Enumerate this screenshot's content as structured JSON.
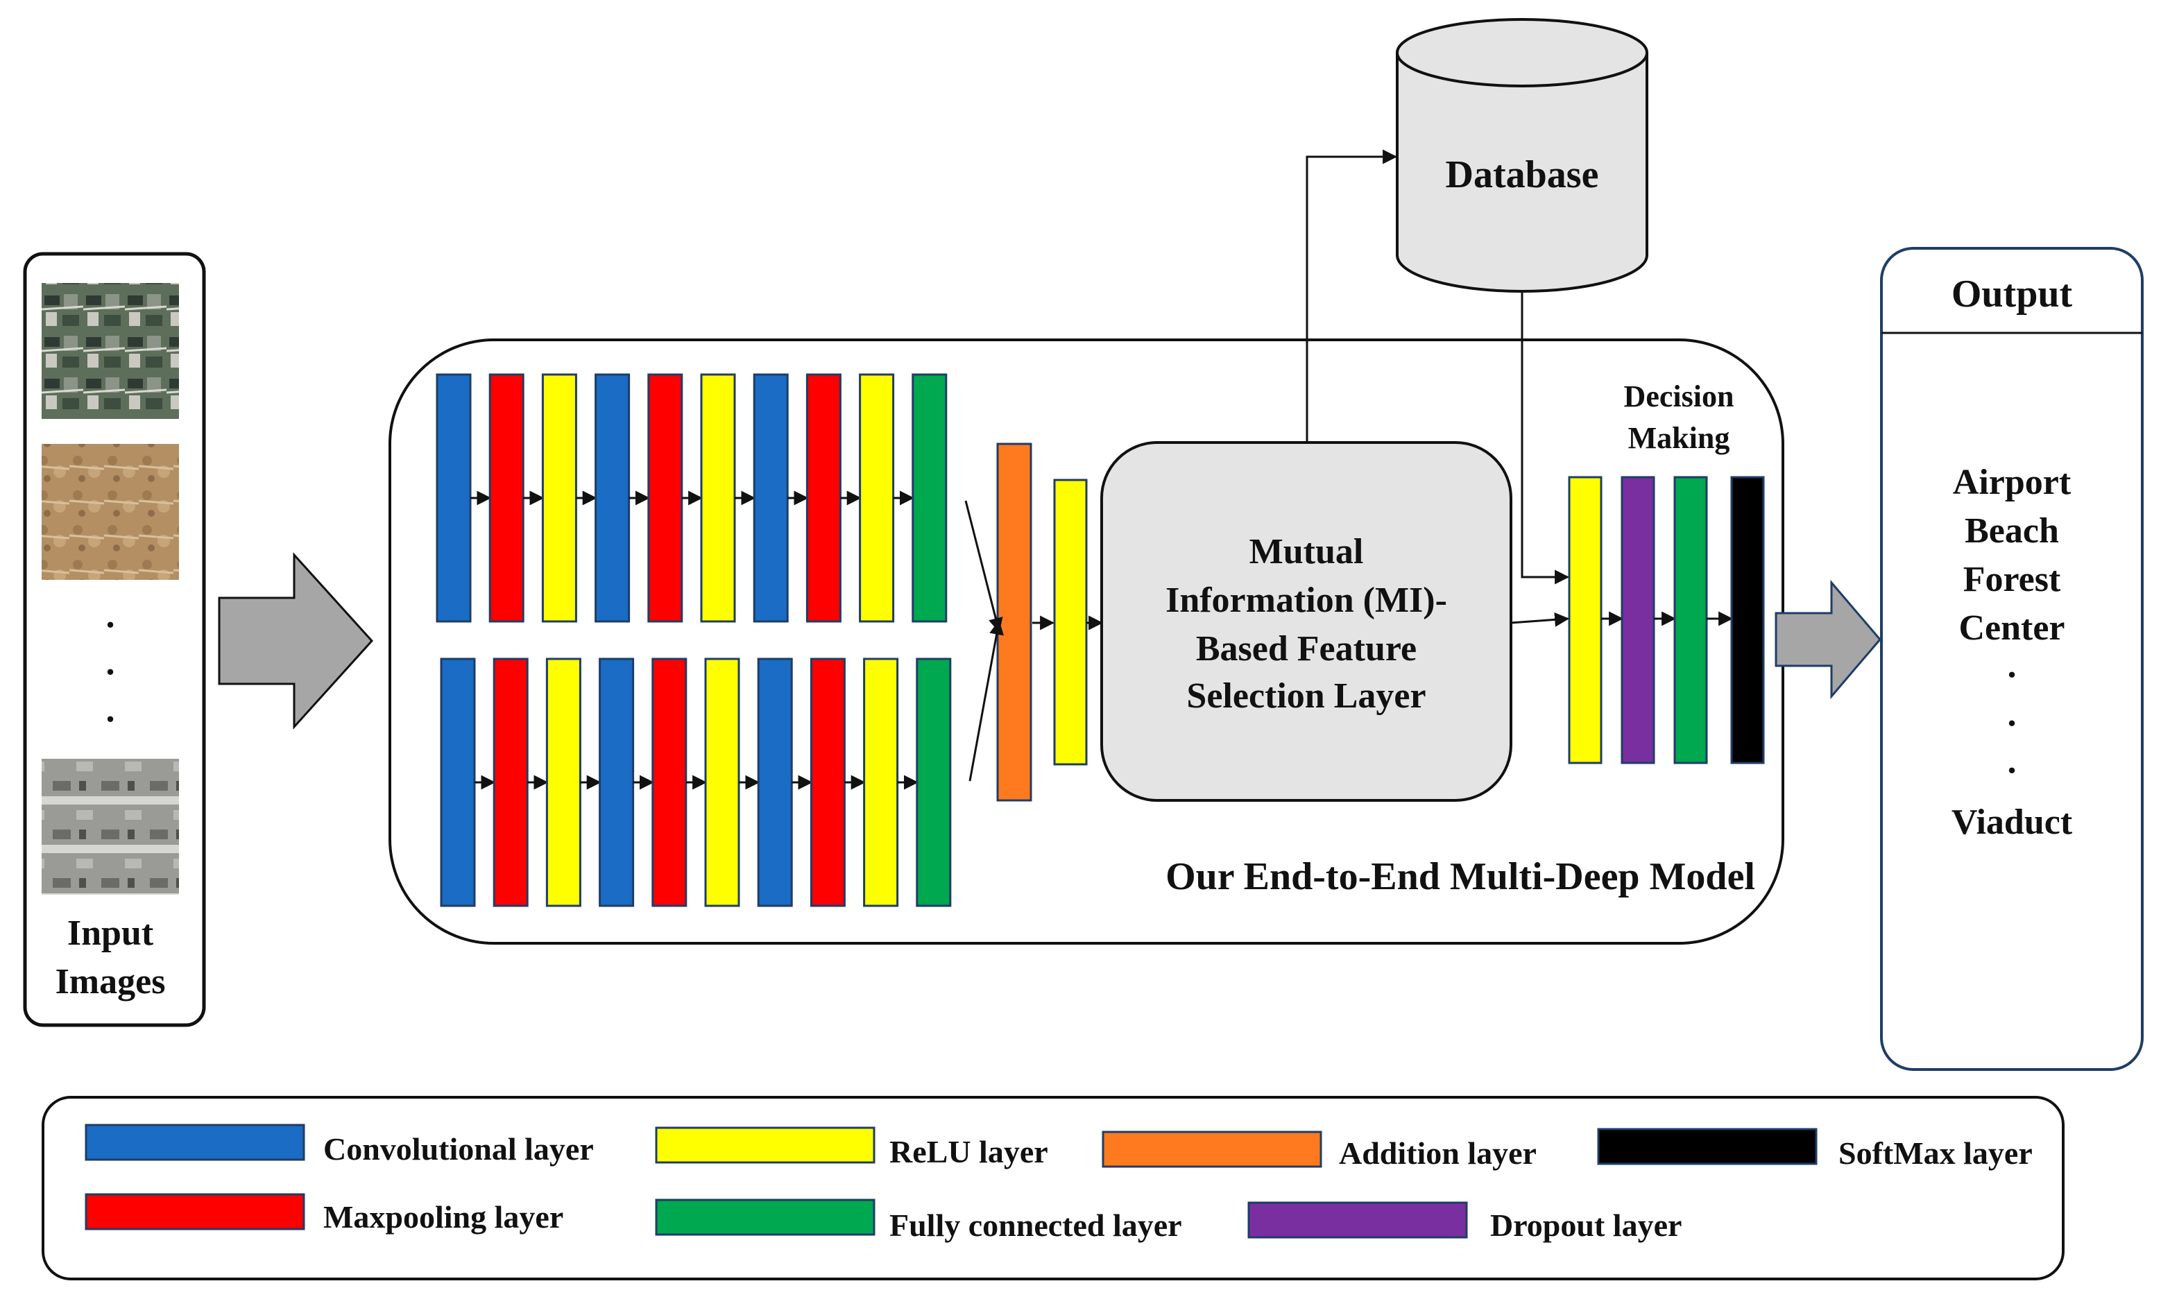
{
  "colors": {
    "conv": "#1a6cc4",
    "maxpool": "#ff0000",
    "relu": "#ffff00",
    "fc": "#00a84f",
    "addition": "#ff7a1e",
    "dropout": "#7a2fa0",
    "softmax": "#000000",
    "database_fill": "#e4e4e4",
    "mi_fill": "#e4e4e4",
    "big_arrow_fill": "#a6a6a6",
    "output_border": "#1f3d66"
  },
  "input": {
    "label_line1": "Input",
    "label_line2": "Images",
    "ellipsis": [
      "·",
      "·",
      "·"
    ],
    "thumbnails": [
      "aerial-image-town",
      "aerial-image-desert",
      "aerial-image-airport"
    ]
  },
  "database": {
    "label": "Database"
  },
  "mi_layer": {
    "line1": "Mutual",
    "line2": "Information (MI)-",
    "line3": "Based Feature",
    "line4": "Selection Layer"
  },
  "decision": {
    "line1": "Decision",
    "line2": "Making"
  },
  "model": {
    "caption": "Our End-to-End Multi-Deep Model"
  },
  "branches": {
    "top": [
      "conv",
      "maxpool",
      "relu",
      "conv",
      "maxpool",
      "relu",
      "conv",
      "maxpool",
      "relu",
      "fc"
    ],
    "bottom": [
      "conv",
      "maxpool",
      "relu",
      "conv",
      "maxpool",
      "relu",
      "conv",
      "maxpool",
      "relu",
      "fc"
    ],
    "after_merge": [
      "addition",
      "relu"
    ],
    "decision_stack": [
      "relu",
      "dropout",
      "fc",
      "softmax"
    ]
  },
  "output": {
    "title": "Output",
    "classes": [
      "Airport",
      "Beach",
      "Forest",
      "Center",
      "·",
      "·",
      "·",
      "Viaduct"
    ]
  },
  "legend": {
    "items": [
      {
        "key": "conv",
        "label": "Convolutional layer"
      },
      {
        "key": "relu",
        "label": "ReLU layer"
      },
      {
        "key": "addition",
        "label": "Addition layer"
      },
      {
        "key": "softmax",
        "label": "SoftMax layer"
      },
      {
        "key": "maxpool",
        "label": "Maxpooling layer"
      },
      {
        "key": "fc",
        "label": "Fully connected layer"
      },
      {
        "key": "dropout",
        "label": "Dropout layer"
      }
    ]
  }
}
